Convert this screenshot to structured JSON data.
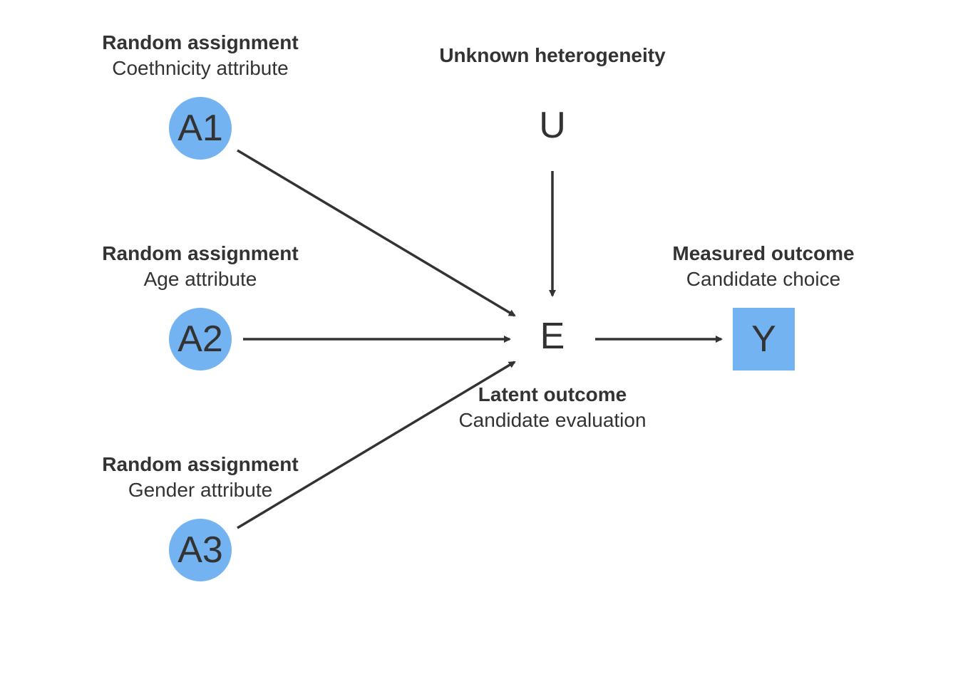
{
  "colors": {
    "node_fill": "#74b3f2",
    "edge": "#333333",
    "text": "#333333",
    "background": "#ffffff"
  },
  "nodes": {
    "a1": {
      "symbol": "A1",
      "heading": "Random assignment",
      "subtitle": "Coethnicity attribute",
      "shape": "circle"
    },
    "a2": {
      "symbol": "A2",
      "heading": "Random assignment",
      "subtitle": "Age attribute",
      "shape": "circle"
    },
    "a3": {
      "symbol": "A3",
      "heading": "Random assignment",
      "subtitle": "Gender attribute",
      "shape": "circle"
    },
    "u": {
      "symbol": "U",
      "heading": "Unknown heterogeneity",
      "shape": "none"
    },
    "e": {
      "symbol": "E",
      "heading": "Latent outcome",
      "subtitle": "Candidate evaluation",
      "shape": "none"
    },
    "y": {
      "symbol": "Y",
      "heading": "Measured outcome",
      "subtitle": "Candidate choice",
      "shape": "square"
    }
  },
  "edges": [
    {
      "from": "A1",
      "to": "E"
    },
    {
      "from": "A2",
      "to": "E"
    },
    {
      "from": "A3",
      "to": "E"
    },
    {
      "from": "U",
      "to": "E"
    },
    {
      "from": "E",
      "to": "Y"
    }
  ]
}
